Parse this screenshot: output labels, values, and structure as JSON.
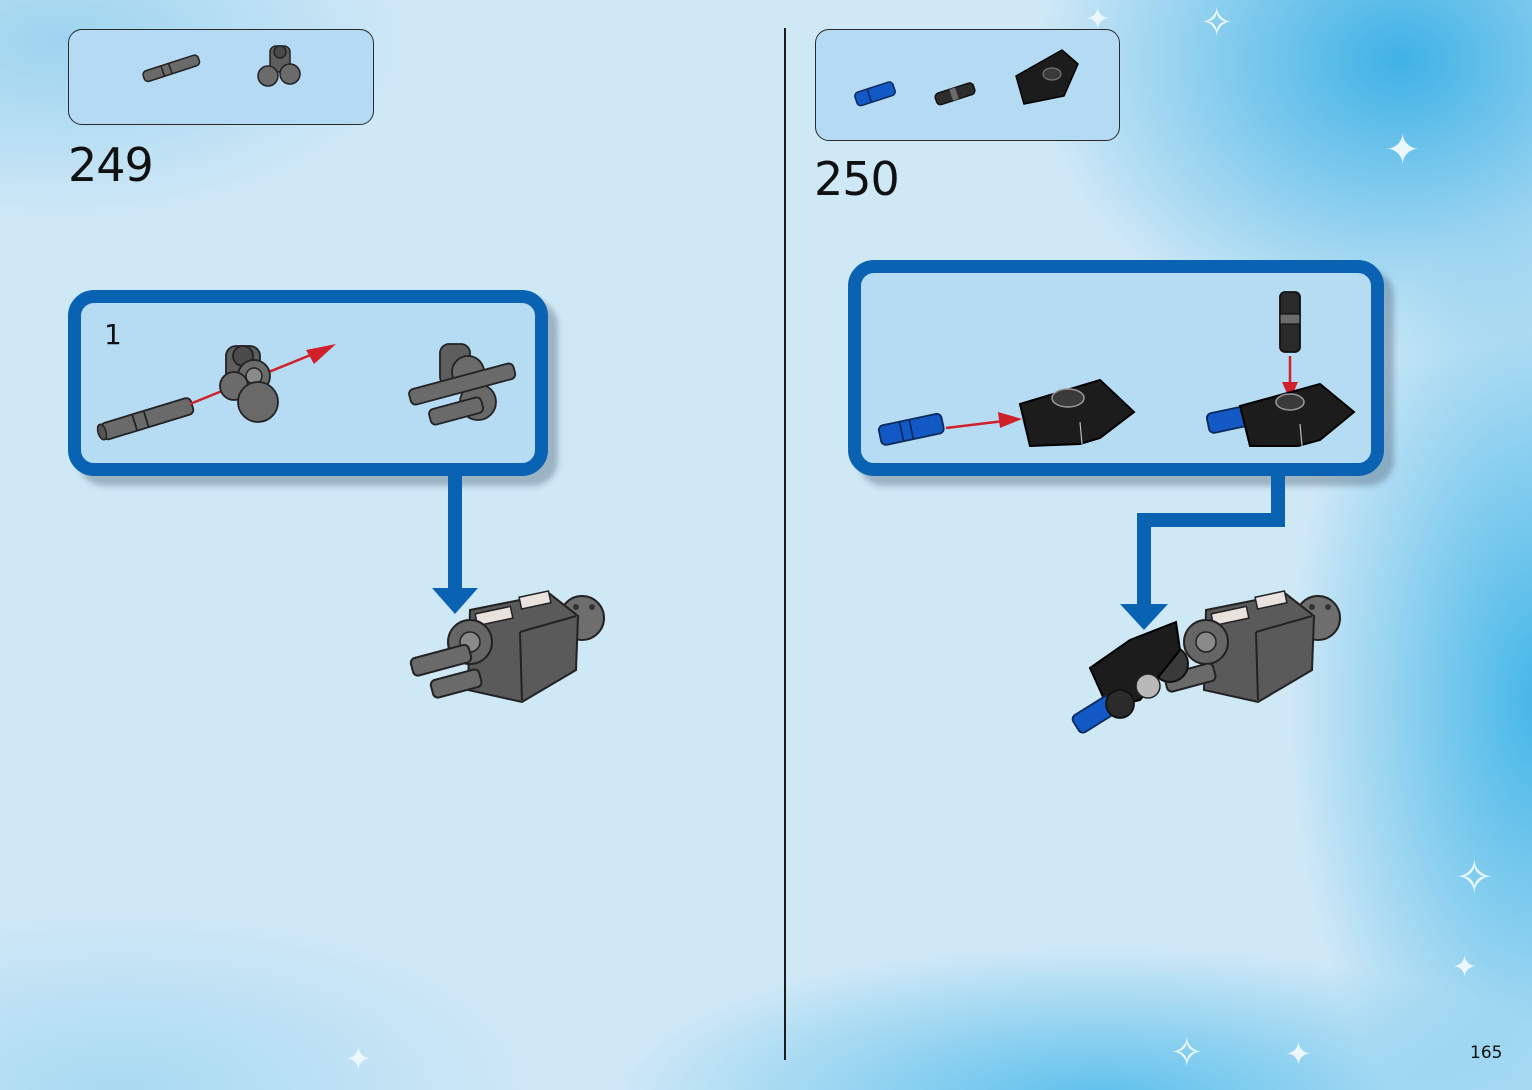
{
  "left_step": {
    "number": "249",
    "substep": "1"
  },
  "right_step": {
    "number": "250"
  },
  "page": {
    "number": "165"
  },
  "colors": {
    "callout_border": "#0a63b2",
    "arrow_red": "#d0202a",
    "part_dark_gray": "#5b5b5b",
    "part_black": "#1c1c1c",
    "part_blue": "#1259c6"
  }
}
